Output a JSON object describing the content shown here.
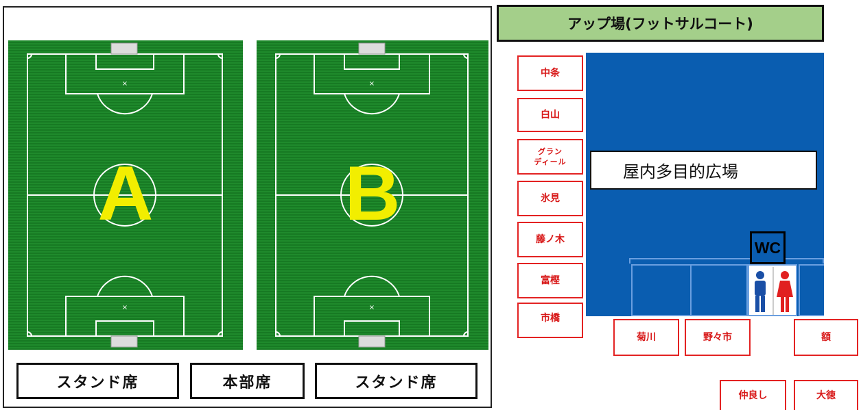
{
  "pitches": [
    {
      "letter": "A",
      "name": "pitch-a"
    },
    {
      "letter": "B",
      "name": "pitch-b"
    }
  ],
  "seating": {
    "left_stand": "スタンド席",
    "headquarters": "本部席",
    "right_stand": "スタンド席"
  },
  "warmup": {
    "title": "アップ場(フットサルコート)"
  },
  "indoor": {
    "label": "屋内多目的広場",
    "wc": "WC"
  },
  "teams": {
    "left_column": [
      "中条",
      "白山",
      "グラン\nディール",
      "氷見",
      "藤ノ木",
      "富樫",
      "市橋"
    ],
    "bottom_row": [
      "菊川",
      "野々市",
      "額"
    ],
    "last_row": [
      "仲良し",
      "大徳"
    ]
  },
  "colors": {
    "pitch_green": "#1f8a2c",
    "letter_yellow": "#f2ee00",
    "warmup_header": "#a4cf8a",
    "indoor_blue": "#0a5db0",
    "team_red": "#d81818"
  }
}
